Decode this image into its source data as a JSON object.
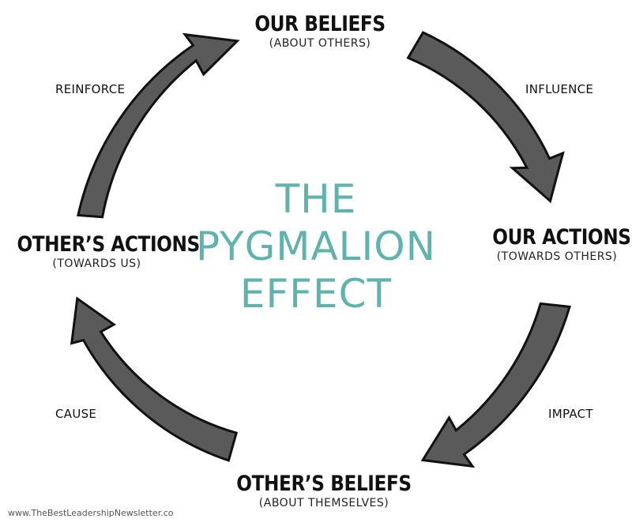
{
  "title_lines": [
    "THE",
    "PYGMALION",
    "EFFECT"
  ],
  "nodes": {
    "top": {
      "heading": "OUR BELIEFS",
      "sub": "(ABOUT OTHERS)"
    },
    "right": {
      "heading": "OUR ACTIONS",
      "sub": "(TOWARDS OTHERS)"
    },
    "bottom": {
      "heading": "OTHER’S BELIEFS",
      "sub": "(ABOUT THEMSELVES)"
    },
    "left": {
      "heading": "OTHER’S ACTIONS",
      "sub": "(TOWARDS US)"
    }
  },
  "edges": {
    "top_right": "INFLUENCE",
    "bottom_right": "IMPACT",
    "bottom_left": "CAUSE",
    "top_left": "REINFORCE"
  },
  "credit": "www.TheBestLeadershipNewsletter.co",
  "colors": {
    "title": "#5fb3ad",
    "arrow_fill": "#5a5a5a",
    "arrow_stroke": "#111111"
  }
}
